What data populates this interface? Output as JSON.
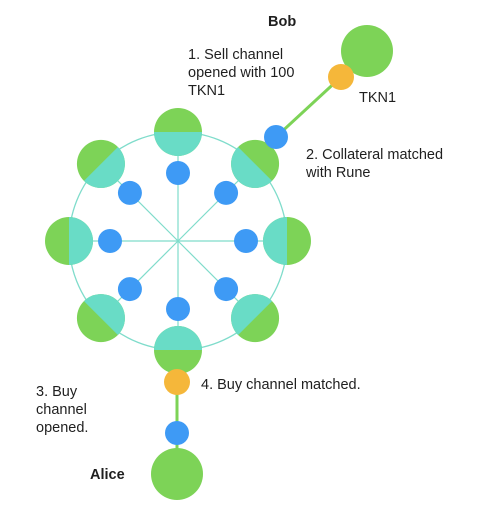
{
  "labels": {
    "bob": "Bob",
    "alice": "Alice",
    "token": "TKN1",
    "step1": "1. Sell channel\nopened with 100\nTKN1",
    "step2": "2. Collateral matched\nwith Rune",
    "step3": "3. Buy\nchannel\nopened.",
    "step4": "4. Buy channel matched."
  },
  "colors": {
    "green": "#7dd357",
    "teal": "#69dcc6",
    "blue": "#3e9af5",
    "orange": "#f5b73a",
    "ring": "#7fdccb"
  }
}
